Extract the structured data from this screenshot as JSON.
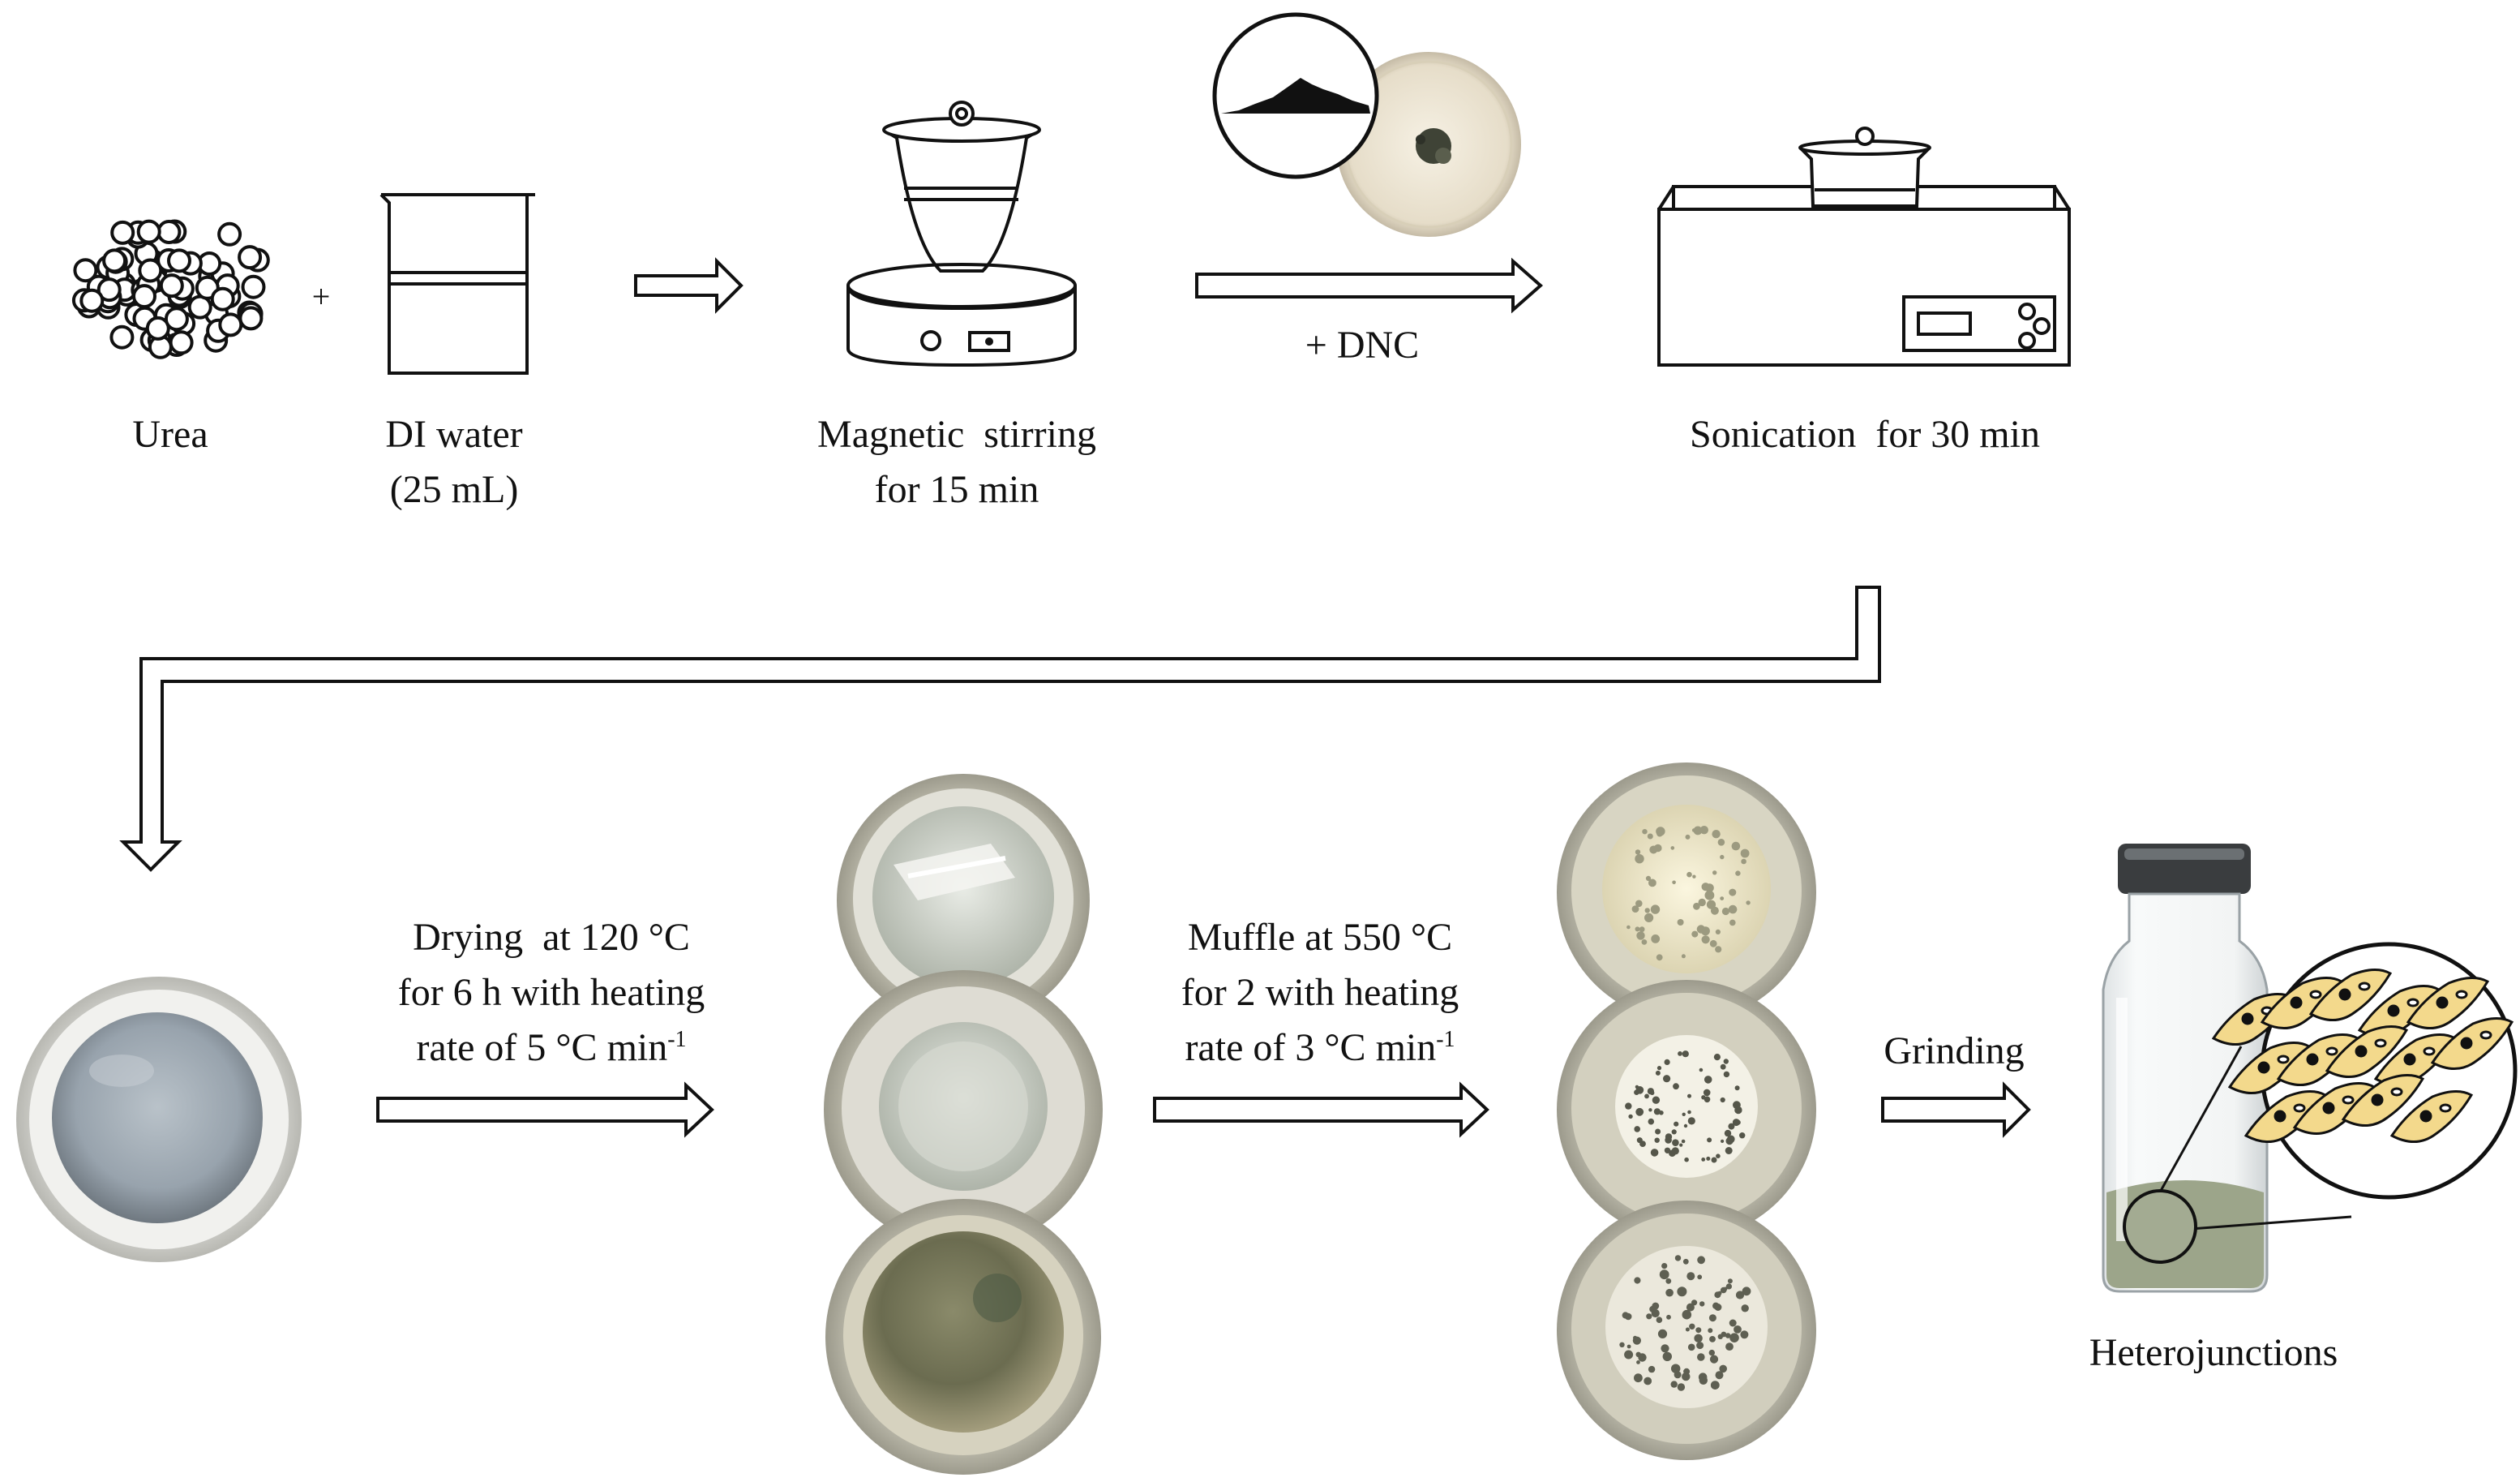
{
  "steps": {
    "urea": "Urea",
    "plus": "+",
    "water_line1": "DI water",
    "water_line2": "(25 mL)",
    "stirring_line1": "Magnetic  stirring",
    "stirring_line2": "for 15 min",
    "dnc": "+ DNC",
    "sonication": "Sonication  for 30 min",
    "drying_line1": "Drying  at 120 °C",
    "drying_line2": "for 6 h with heating",
    "drying_line3_prefix": "rate of 5 °C min",
    "drying_line3_sup": "-1",
    "muffle_line1": "Muffle at 550 °C",
    "muffle_line2": "for 2 with heating",
    "muffle_line3_prefix": "rate of 3 °C min",
    "muffle_line3_sup": "-1",
    "grinding": "Grinding",
    "heterojunctions": "Heterojunctions"
  },
  "icons": {
    "urea": "urea-beads-icon",
    "beaker": "beaker-icon",
    "stirrer": "magnetic-stirrer-icon",
    "dnc_dish": "dnc-petri-dish-photo",
    "sonicator": "ultrasonic-bath-icon",
    "crucible": "crucible-photo",
    "vial": "sample-vial-photo"
  },
  "colors": {
    "line": "#111111",
    "crucible_rim": "#c9c9c4",
    "dried_gel": "#cfd3c8",
    "calcined": "#efe9cf",
    "powder": "#9ca58a",
    "sheet": "#f3d98c"
  }
}
